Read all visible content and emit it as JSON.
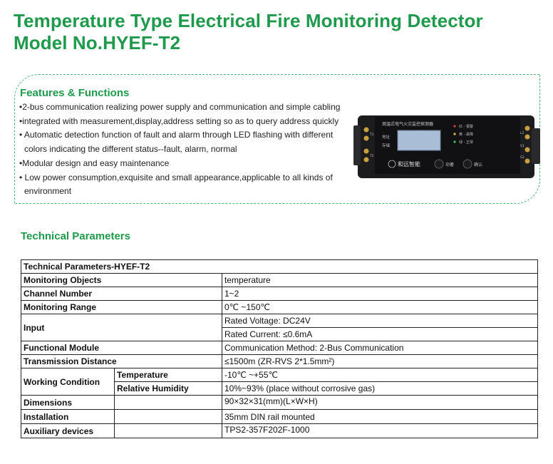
{
  "header": {
    "title_line1": "Temperature Type Electrical Fire Monitoring Detector",
    "title_line2": "Model No.HYEF-T2"
  },
  "features": {
    "title": "Features & Functions",
    "items": [
      "•2-bus communication realizing power supply and communication and simple cabling",
      "•integrated with measurement,display,address setting so as to query address quickly",
      "• Automatic detection function of fault and alarm through LED flashing with different",
      "  colors indicating the different status--fault, alarm, normal",
      "•Modular design and easy maintenance",
      "• Low power consumption,exquisite and small appearance,applicable to all kinds of",
      "  environment"
    ]
  },
  "device": {
    "panel_title": "测温式电气火灾监控探测器",
    "label_address": "地址",
    "label_store": "存储",
    "led_alarm": "红 - 报警",
    "led_fault": "黄 - 故障",
    "led_normal": "绿 - 正常",
    "brand": "和远智能",
    "button_move": "功著",
    "button_confirm": "确认",
    "terminal_left_1": "T1",
    "terminal_left_2": "T2",
    "terminal_right_1": "L1",
    "terminal_right_2": "S1",
    "terminal_right_3": "S2",
    "colors": {
      "body": "#1c1c1e",
      "screen": "#a9bdd6",
      "accent": "#1f9a4c"
    }
  },
  "params": {
    "section_title": "Technical Parameters",
    "table_title": "Technical Parameters-HYEF-T2",
    "rows": {
      "monitoring_objects": {
        "label": "Monitoring Objects",
        "value": "temperature"
      },
      "channel_number": {
        "label": "Channel Number",
        "value": "1~2"
      },
      "monitoring_range": {
        "label": "Monitoring Range",
        "value": "0℃ ~150℃"
      },
      "input": {
        "label": "Input",
        "value1": "Rated Voltage: DC24V",
        "value2": "Rated Current: ≤0.6mA"
      },
      "functional_module": {
        "label": "Functional Module",
        "value": "Communication Method: 2-Bus Communication"
      },
      "transmission_distance": {
        "label": "Transmission Distance",
        "value": "≤1500m (ZR-RVS 2*1.5mm²)"
      },
      "working_condition": {
        "label": "Working Condition",
        "temperature_label": "Temperature",
        "temperature_value": "-10℃ ~+55℃",
        "humidity_label": "Relative Humidity",
        "humidity_value": "10%~93% (place without corrosive gas)"
      },
      "dimensions": {
        "label": "Dimensions",
        "value": "90×32×31(mm)(L×W×H)"
      },
      "installation": {
        "label": "Installation",
        "value": "35mm DIN rail mounted"
      },
      "auxiliary_devices": {
        "label": "Auxiliary devices",
        "value": "TPS2-357F202F-1000"
      }
    }
  }
}
